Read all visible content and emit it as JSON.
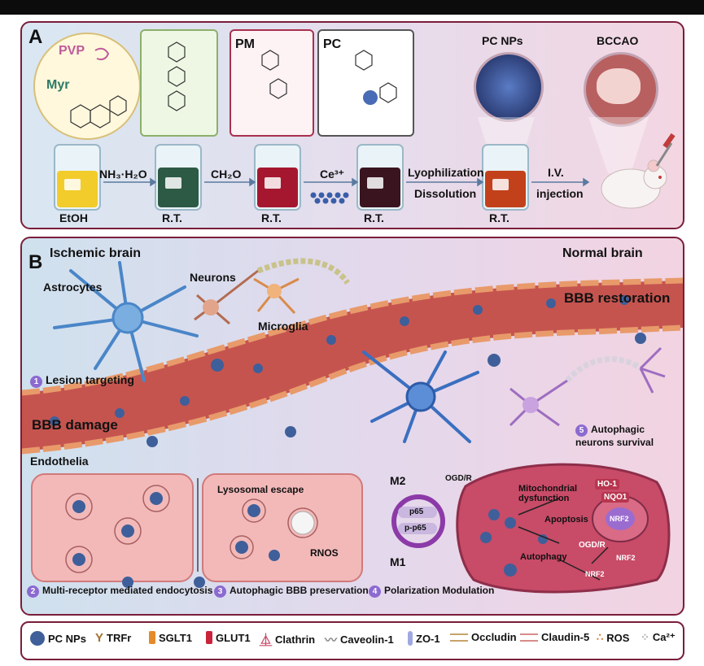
{
  "panel_a": {
    "label": "A",
    "molecules": {
      "pvp": "PVP",
      "myr": "Myr",
      "pm": "PM",
      "pc": "PC"
    },
    "nanoparticle_label": "PC NPs",
    "model_label": "BCCAO",
    "beakers": [
      {
        "under": "EtOH",
        "color": "#f2cc2b"
      },
      {
        "under": "R.T.",
        "color": "#2d5a45"
      },
      {
        "under": "R.T.",
        "color": "#a5172f"
      },
      {
        "under": "R.T.",
        "color": "#3a1520"
      },
      {
        "under": "R.T.",
        "color": "#c2411b"
      }
    ],
    "reagents": {
      "step1": "NH₃·H₂O",
      "step2": "CH₂O",
      "step3": "Ce³⁺",
      "step4_top": "Lyophilization",
      "step4_bottom": "Dissolution",
      "step5_top": "I.V.",
      "step5_bottom": "injection"
    }
  },
  "panel_b": {
    "label": "B",
    "ischemic_brain": "Ischemic brain",
    "normal_brain": "Normal brain",
    "astrocytes": "Astrocytes",
    "neurons": "Neurons",
    "microglia": "Microglia",
    "bbb_restoration": "BBB restoration",
    "bbb_damage": "BBB damage",
    "endothelia": "Endothelia",
    "steps": [
      {
        "n": "1",
        "text": "Lesion targeting"
      },
      {
        "n": "2",
        "text": "Multi-receptor mediated endocytosis"
      },
      {
        "n": "3",
        "text": "Autophagic BBB preservation"
      },
      {
        "n": "4",
        "text": "Polarization Modulation"
      },
      {
        "n": "5",
        "text": "Autophagic neurons survival"
      }
    ],
    "lysosomal_escape": "Lysosomal escape",
    "rnos": "RNOS",
    "m2": "M2",
    "m1": "M1",
    "p65": "p65",
    "pp65": "p-p65",
    "ogdr_1": "OGD/R",
    "ogdr_2": "OGD/R",
    "mito": "Mitochondrial dysfunction",
    "apoptosis": "Apoptosis",
    "autophagy": "Autophagy",
    "ho1": "HO-1",
    "nqo1": "NQO1",
    "nrf2_a": "NRF2",
    "nrf2_b": "NRF2",
    "nrf2_c": "NRF2"
  },
  "legend": [
    {
      "icon": "nanoparticle-icon",
      "label": "PC NPs"
    },
    {
      "icon": "trfr-icon",
      "label": "TRFr"
    },
    {
      "icon": "sglt1-icon",
      "label": "SGLT1"
    },
    {
      "icon": "glut1-icon",
      "label": "GLUT1"
    },
    {
      "icon": "clathrin-icon",
      "label": "Clathrin"
    },
    {
      "icon": "caveolin-icon",
      "label": "Caveolin-1"
    },
    {
      "icon": "zo1-icon",
      "label": "ZO-1"
    },
    {
      "icon": "occludin-icon",
      "label": "Occludin"
    },
    {
      "icon": "claudin-icon",
      "label": "Claudin-5"
    },
    {
      "icon": "ros-icon",
      "label": "ROS"
    },
    {
      "icon": "calcium-icon",
      "label": "Ca²⁺"
    }
  ],
  "colors": {
    "frame": "#7a1e3a",
    "vessel": "#c5544f",
    "nanoparticle": "#3f5f9a",
    "step_badge": "#8c6ad0",
    "astrocyte": "#4a86c8"
  }
}
